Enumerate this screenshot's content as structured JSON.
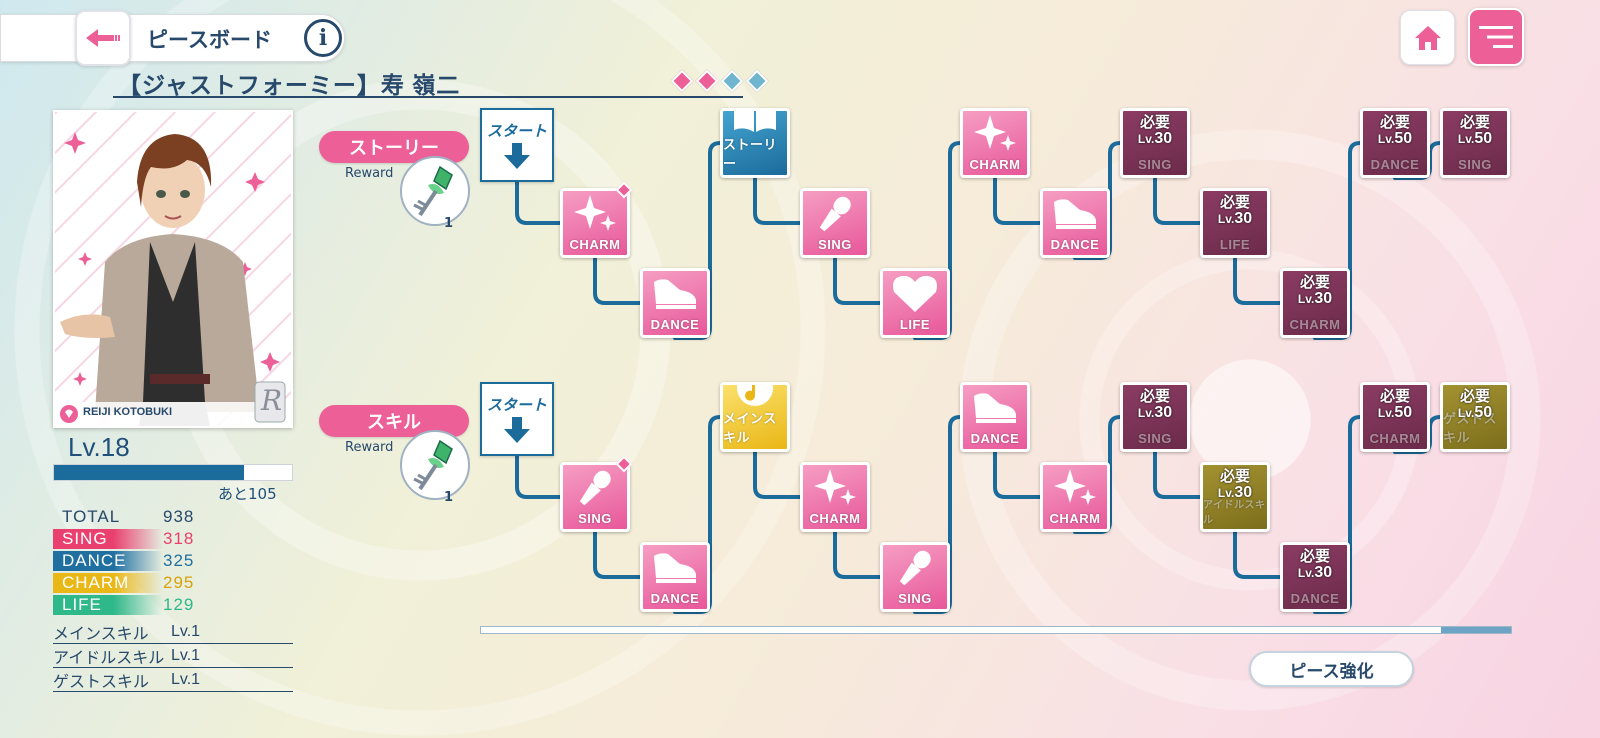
{
  "header": {
    "title": "ピースボード",
    "card_name": "【ジャストフォーミー】寿 嶺二",
    "rarity_colors": [
      "#ec5f97",
      "#ec5f97",
      "#6fb5cf",
      "#6fb5cf"
    ]
  },
  "portrait": {
    "name_tag": "REIJI KOTOBUKI",
    "rarity": "R"
  },
  "level": {
    "label": "Lv.18",
    "exp_fraction": 0.8,
    "remaining": "あと105"
  },
  "stats": [
    {
      "label": "TOTAL",
      "value": "938",
      "color": "#ffffff",
      "text_color": "#27496b",
      "val_color": "#27496b"
    },
    {
      "label": "SING",
      "value": "318",
      "color": "#e9406f",
      "text_color": "#ffffff",
      "val_color": "#e9406f"
    },
    {
      "label": "DANCE",
      "value": "325",
      "color": "#1f6fa1",
      "text_color": "#ffffff",
      "val_color": "#1f6fa1"
    },
    {
      "label": "CHARM",
      "value": "295",
      "color": "#e9b716",
      "text_color": "#ffffff",
      "val_color": "#d9a10a"
    },
    {
      "label": "LIFE",
      "value": "129",
      "color": "#2fb88a",
      "text_color": "#ffffff",
      "val_color": "#2fb88a"
    }
  ],
  "skills": [
    {
      "name": "メインスキル",
      "level": "Lv.1"
    },
    {
      "name": "アイドルスキル",
      "level": "Lv.1"
    },
    {
      "name": "ゲストスキル",
      "level": "Lv.1"
    }
  ],
  "rows": [
    {
      "label": "ストーリー",
      "reward_label": "Reward",
      "reward_count": "1",
      "start_label": "スタート",
      "nodes": [
        {
          "label": "CHARM",
          "type": "pink",
          "icon": "sparkle-icon",
          "new": true
        },
        {
          "label": "DANCE",
          "type": "pink",
          "icon": "shoe-icon"
        },
        {
          "label": "ストーリー",
          "type": "blue",
          "icon": "book-icon"
        },
        {
          "label": "SING",
          "type": "pink",
          "icon": "mic-icon"
        },
        {
          "label": "LIFE",
          "type": "pink",
          "icon": "heart-icon"
        },
        {
          "label": "CHARM",
          "type": "pink",
          "icon": "sparkle-icon"
        },
        {
          "label": "DANCE",
          "type": "pink",
          "icon": "shoe-icon"
        },
        {
          "label": "SING",
          "type": "locked-pink",
          "req": "必要",
          "lv": "30"
        },
        {
          "label": "LIFE",
          "type": "locked-pink",
          "req": "必要",
          "lv": "30"
        },
        {
          "label": "CHARM",
          "type": "locked-pink",
          "req": "必要",
          "lv": "30"
        },
        {
          "label": "DANCE",
          "type": "locked-pink",
          "req": "必要",
          "lv": "50"
        },
        {
          "label": "SING",
          "type": "locked-pink",
          "req": "必要",
          "lv": "50"
        }
      ]
    },
    {
      "label": "スキル",
      "reward_label": "Reward",
      "reward_count": "1",
      "start_label": "スタート",
      "nodes": [
        {
          "label": "SING",
          "type": "pink",
          "icon": "mic-icon",
          "new": true
        },
        {
          "label": "DANCE",
          "type": "pink",
          "icon": "shoe-icon"
        },
        {
          "label": "メインスキル",
          "type": "gold",
          "icon": "note-icon"
        },
        {
          "label": "CHARM",
          "type": "pink",
          "icon": "sparkle-icon"
        },
        {
          "label": "SING",
          "type": "pink",
          "icon": "mic-icon"
        },
        {
          "label": "DANCE",
          "type": "pink",
          "icon": "shoe-icon"
        },
        {
          "label": "CHARM",
          "type": "pink",
          "icon": "sparkle-icon"
        },
        {
          "label": "SING",
          "type": "locked-pink",
          "req": "必要",
          "lv": "30"
        },
        {
          "label": "アイドルスキル",
          "type": "locked-gold",
          "req": "必要",
          "lv": "30"
        },
        {
          "label": "DANCE",
          "type": "locked-pink",
          "req": "必要",
          "lv": "30"
        },
        {
          "label": "CHARM",
          "type": "locked-pink",
          "req": "必要",
          "lv": "50"
        },
        {
          "label": "ゲストスキル",
          "type": "locked-gold",
          "req": "必要",
          "lv": "50"
        }
      ]
    }
  ],
  "buttons": {
    "piece_enhance": "ピース強化"
  }
}
